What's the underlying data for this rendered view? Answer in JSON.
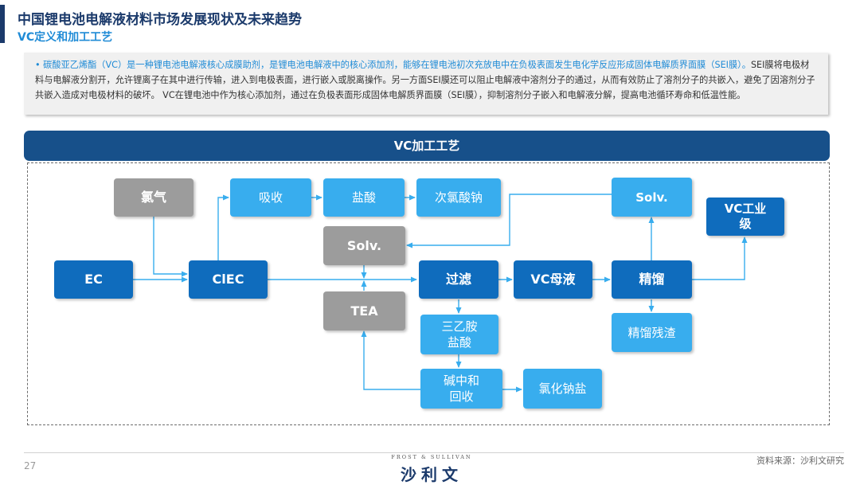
{
  "header": {
    "title": "中国锂电池电解液材料市场发展现状及未来趋势",
    "subtitle": "VC定义和加工工艺"
  },
  "definition": {
    "bullet": "•",
    "intro_highlight": "碳酸亚乙烯酯（VC）是一种锂电池电解液核心成膜助剂，是锂电池电解液中的核心添加剂，能够在锂电池初次充放电中在负极表面发生电化学反应形成固体电解质界面膜（SEI膜）。",
    "body": "SEI膜将电极材料与电解液分割开，允许锂离子在其中进行传输，进入到电极表面，进行嵌入或脱离操作。另一方面SEI膜还可以阻止电解液中溶剂分子的通过，从而有效防止了溶剂分子的共嵌入，避免了因溶剂分子共嵌入造成对电极材料的破坏。 VC在锂电池中作为核心添加剂，通过在负极表面形成固体电解质界面膜（SEI膜），抑制溶剂分子嵌入和电解液分解，提高电池循环寿命和低温性能。"
  },
  "process": {
    "heading": "VC加工工艺",
    "nodes": {
      "chlorine": "氯气",
      "ec": "EC",
      "clec": "ClEC",
      "absorb": "吸收",
      "hcl": "盐酸",
      "hypochlorite": "次氯酸钠",
      "solv_left": "Solv.",
      "tea": "TEA",
      "filter": "过滤",
      "triethylamine_hcl": "三乙胺\n盐酸",
      "neutralize": "碱中和\n回收",
      "nacl": "氯化钠盐",
      "vc_mother": "VC母液",
      "rectify": "精馏",
      "solv_right": "Solv.",
      "residue": "精馏残渣",
      "vc_industrial": "VC工业\n级"
    }
  },
  "footer": {
    "page": "27",
    "brand_en": "FROST & SULLIVAN",
    "brand_cn": "沙利文",
    "source": "资料来源：沙利文研究"
  },
  "colors": {
    "dark_blue": "#0f6cbd",
    "light_blue": "#38adee",
    "gray": "#9c9c9c",
    "band": "#17508a",
    "title": "#1b3a6b",
    "subtitle": "#1f8bd6"
  }
}
